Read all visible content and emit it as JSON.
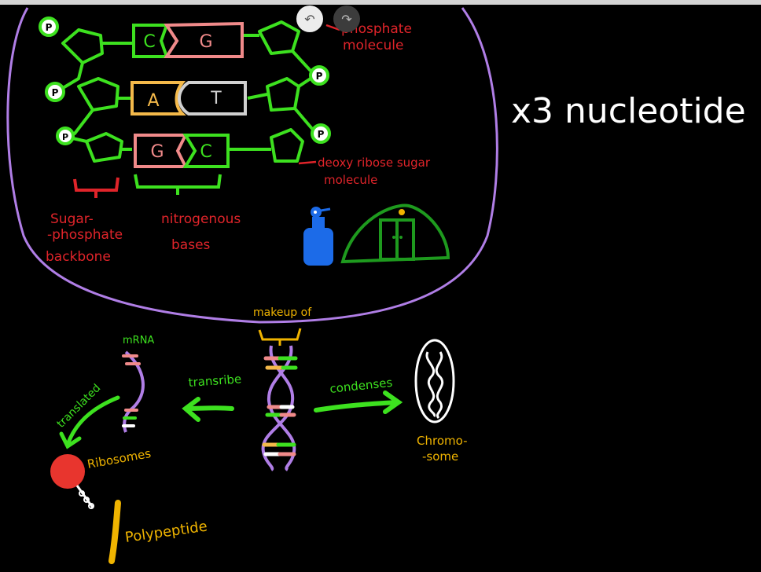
{
  "toolbar": {
    "undo_icon": "↶",
    "redo_icon": "↷"
  },
  "dna_panel": {
    "base_pairs": [
      {
        "left": "C",
        "right": "G"
      },
      {
        "left": "A",
        "right": "T"
      },
      {
        "left": "G",
        "right": "C"
      }
    ],
    "phosphate_symbol": "P",
    "labels": {
      "phosphate_line1": "phosphate",
      "phosphate_line2": "molecule",
      "deoxyribose_line1": "deoxy ribose sugar",
      "deoxyribose_line2": "molecule",
      "backbone_line1": "Sugar-",
      "backbone_line2": "-phosphate",
      "backbone_line3": "backbone",
      "bases_line1": "nitrogenous",
      "bases_line2": "bases"
    }
  },
  "multiplier_note": "x3 nucleotide",
  "flow": {
    "makeup_label": "makeup of",
    "transcribe_label": "transribe",
    "condenses_label": "condenses",
    "mrna_label": "mRNA",
    "translated_label": "translated",
    "ribosomes_label": "Ribosomes",
    "chromosome_line1": "Chromo-",
    "chromosome_line2": "-some",
    "polypeptide_label": "Polypeptide"
  },
  "colors": {
    "background": "#000000",
    "panel_outline": "#b07ee6",
    "backbone": "#3de11f",
    "label_red": "#e0242a",
    "label_yellow": "#f0b400",
    "white": "#ffffff",
    "cytosine": "#3de11f",
    "guanine": "#f08a8a",
    "adenine": "#f4b94a",
    "thymine": "#d0d0d0",
    "bottle": "#1c6be8",
    "house": "#1e9a1e",
    "ribosome": "#e8352e"
  }
}
